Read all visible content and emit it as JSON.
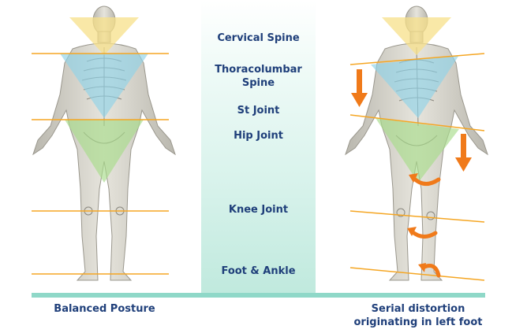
{
  "joints": [
    {
      "id": "cervical",
      "label": "Cervical Spine"
    },
    {
      "id": "thoracolumbar",
      "label_line1": "Thoracolumbar",
      "label_line2": "Spine"
    },
    {
      "id": "st",
      "label": "St Joint"
    },
    {
      "id": "hip",
      "label": "Hip Joint"
    },
    {
      "id": "knee",
      "label": "Knee Joint"
    },
    {
      "id": "foot",
      "label": "Foot & Ankle"
    }
  ],
  "captions": {
    "left": "Balanced Posture",
    "right_line1": "Serial distortion",
    "right_line2": "originating in left foot"
  },
  "colors": {
    "title_text": "#1f3f7a",
    "alignment_line": "#f5a623",
    "arrow": "#f07a1a",
    "cervical_triangle": "#f7e08a",
    "thoracic_triangle": "#8fd3e8",
    "pelvic_triangle": "#a8dc8a",
    "floor": "#8fd8c8"
  },
  "icons": [
    "skeleton-figure",
    "down-arrow-icon",
    "rotation-arrow-icon"
  ]
}
